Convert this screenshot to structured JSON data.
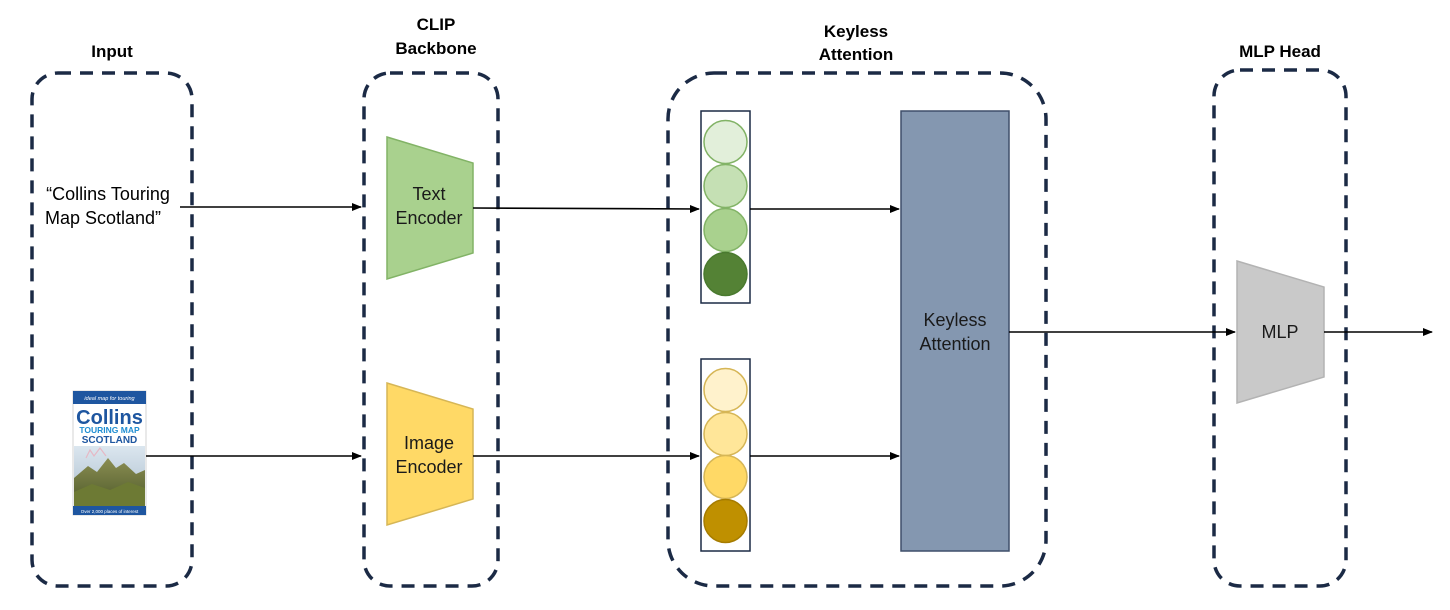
{
  "sections": {
    "input": "Input",
    "clip_line1": "CLIP",
    "clip_line2": "Backbone",
    "keyless_line1": "Keyless",
    "keyless_line2": "Attention",
    "mlp_head": "MLP Head"
  },
  "input_text": {
    "line1": "“Collins Touring",
    "line2": "Map Scotland”"
  },
  "book_cover": {
    "tagline": "ideal map for touring",
    "brand": "Collins",
    "subtitle1": "TOURING MAP",
    "subtitle2": "SCOTLAND",
    "footer": "Over 2,000 places of interest"
  },
  "blocks": {
    "text_encoder_line1": "Text",
    "text_encoder_line2": "Encoder",
    "image_encoder_line1": "Image",
    "image_encoder_line2": "Encoder",
    "keyless_attention_line1": "Keyless",
    "keyless_attention_line2": "Attention",
    "mlp": "MLP"
  },
  "colors": {
    "group_border": "#1b2a45",
    "text_encoder": "#a9d18e",
    "image_encoder": "#ffd966",
    "keyless_block": "#8497b0",
    "mlp_block": "#c9c9c9",
    "text_tokens": [
      "#e2efda",
      "#c5e0b4",
      "#a9d18e",
      "#548235"
    ],
    "image_tokens": [
      "#fff2cc",
      "#ffe699",
      "#ffd966",
      "#bf9000"
    ]
  }
}
